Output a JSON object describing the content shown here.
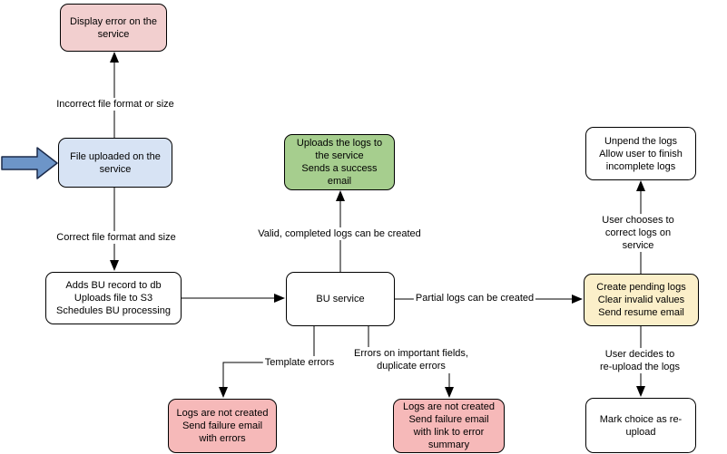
{
  "diagram": {
    "nodes": [
      {
        "id": "display-error",
        "label": "Display error on the\nservice",
        "fill": "#F2CFCF"
      },
      {
        "id": "file-uploaded",
        "label": "File uploaded on the\nservice",
        "fill": "#D7E3F4"
      },
      {
        "id": "adds-bu-record",
        "label": "Adds BU record to db\nUploads file to S3\nSchedules BU processing",
        "fill": "#FFFFFF"
      },
      {
        "id": "bu-service",
        "label": "BU service",
        "fill": "#FFFFFF"
      },
      {
        "id": "uploads-logs-success",
        "label": "Uploads the logs to\nthe service\nSends a success\nemail",
        "fill": "#A6CE8E"
      },
      {
        "id": "unpend-logs",
        "label": "Unpend the logs\nAllow user to finish\nincomplete logs",
        "fill": "#FFFFFF"
      },
      {
        "id": "create-pending-logs",
        "label": "Create pending logs\nClear invalid values\nSend resume email",
        "fill": "#FBEFC9"
      },
      {
        "id": "mark-reupload",
        "label": "Mark choice as re-\nupload",
        "fill": "#FFFFFF"
      },
      {
        "id": "logs-not-created-template",
        "label": "Logs are not created\nSend failure email\nwith errors",
        "fill": "#F6B9B9"
      },
      {
        "id": "logs-not-created-fields",
        "label": "Logs are not created\nSend failure email\nwith link to error\nsummary",
        "fill": "#F6B9B9"
      }
    ],
    "edge_labels": [
      {
        "id": "incorrect-format",
        "text": "Incorrect file format or size"
      },
      {
        "id": "correct-format",
        "text": "Correct file format and size"
      },
      {
        "id": "valid-completed",
        "text": "Valid, completed logs can be created"
      },
      {
        "id": "partial-logs",
        "text": "Partial logs can be created"
      },
      {
        "id": "template-errors",
        "text": "Template errors"
      },
      {
        "id": "important-field-errors",
        "text": "Errors on important fields,\nduplicate errors"
      },
      {
        "id": "user-chooses-correct",
        "text": "User chooses to correct logs on service"
      },
      {
        "id": "user-decides-reupload",
        "text": "User decides to re-upload the logs"
      }
    ],
    "colors": {
      "node_border": "#000000",
      "connector": "#000000",
      "white": "#FFFFFF",
      "light_pink": "#F2CFCF",
      "pink": "#F6B9B9",
      "light_blue": "#D7E3F4",
      "green": "#A6CE8E",
      "light_yellow": "#FBEFC9",
      "input_arrow_fill": "#6D95C8",
      "input_arrow_stroke": "#1C2B4A"
    }
  }
}
